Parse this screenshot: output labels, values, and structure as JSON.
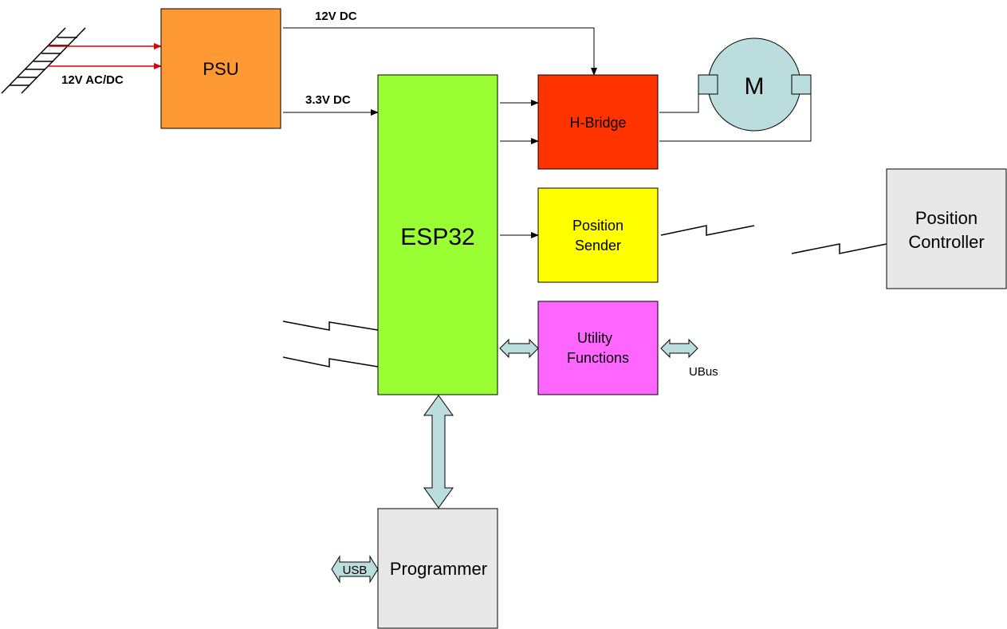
{
  "blocks": {
    "psu": {
      "label": "PSU",
      "color": "#FF9933"
    },
    "esp32": {
      "label": "ESP32",
      "color": "#99FF33"
    },
    "hbridge": {
      "label": "H-Bridge",
      "color": "#FF3300"
    },
    "position_sender": {
      "line1": "Position",
      "line2": "Sender",
      "color": "#FFFF00"
    },
    "utility_functions": {
      "line1": "Utility",
      "line2": "Functions",
      "color": "#FF66FF"
    },
    "position_controller": {
      "line1": "Position",
      "line2": "Controller",
      "color": "#E8E8E8"
    },
    "programmer": {
      "label": "Programmer",
      "color": "#E8E8E8"
    },
    "motor": {
      "label": "M",
      "color": "#BBDDDD"
    }
  },
  "labels": {
    "input_12v": "12V AC/DC",
    "rail_12v": "12V DC",
    "rail_3v3": "3.3V DC",
    "ubus": "UBus",
    "usb": "USB"
  },
  "colors": {
    "power_input_arrow": "#E00000",
    "bus_arrow_fill": "#BBDDDD"
  }
}
